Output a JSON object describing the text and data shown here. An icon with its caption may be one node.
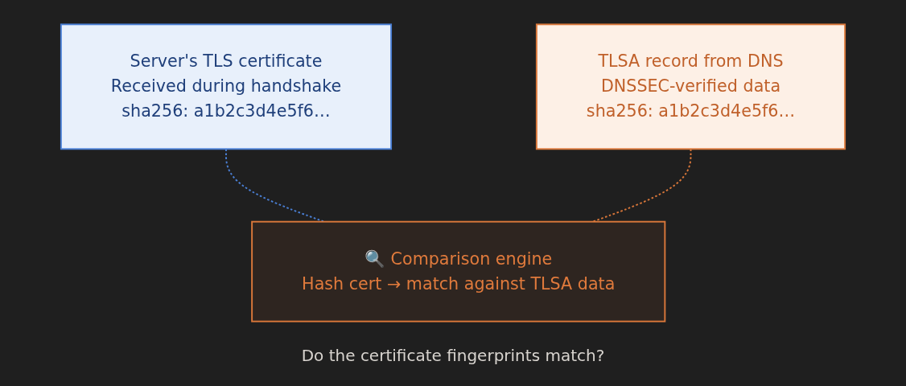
{
  "diagram": {
    "caption": "Do the certificate fingerprints match?",
    "nodes": [
      {
        "text": [
          "Server's TLS certificate",
          "Received during handshake",
          "sha256: a1b2c3d4e5f6…"
        ]
      },
      {
        "text": [
          "TLSA record from DNS",
          "DNSSEC-verified data",
          "sha256: a1b2c3d4e5f6…"
        ]
      },
      {
        "text": [
          "🔍 Comparison engine",
          "Hash cert → match against TLSA data"
        ]
      }
    ],
    "edges": [
      {
        "from": 0,
        "to": 2,
        "arrow": "none",
        "style": "dashed",
        "color": "#4a7fd4"
      },
      {
        "from": 1,
        "to": 2,
        "arrow": "none",
        "style": "dashed",
        "color": "#d9773a"
      }
    ]
  }
}
